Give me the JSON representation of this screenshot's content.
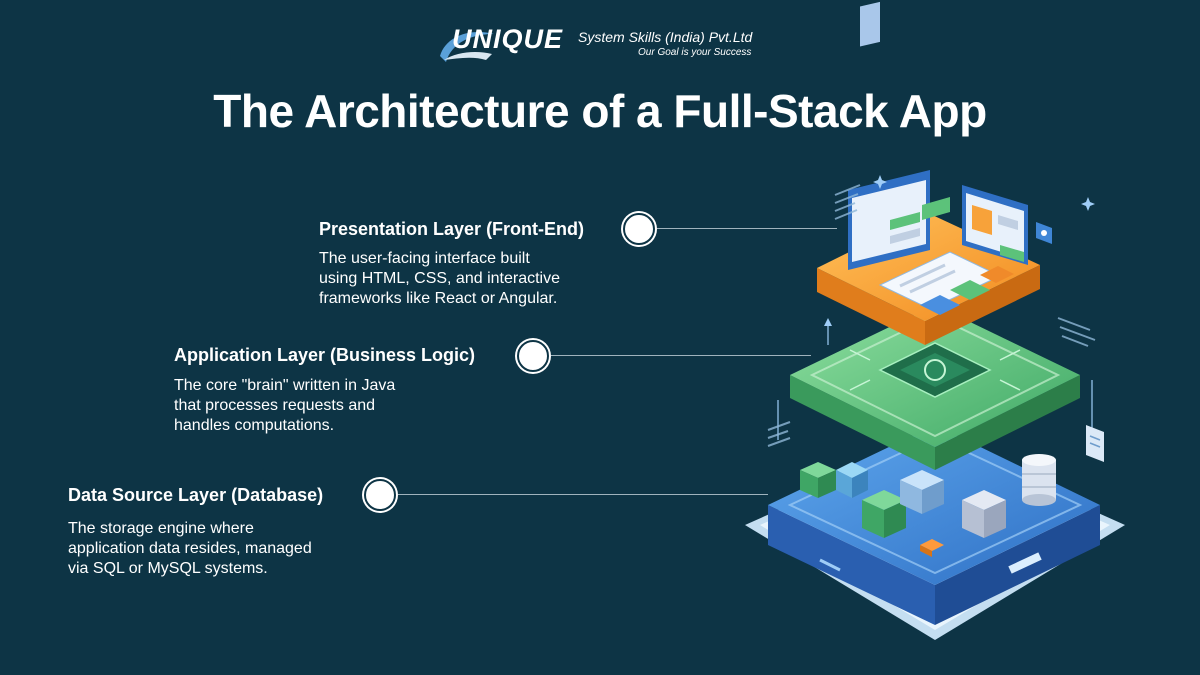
{
  "brand": {
    "logo_text": "UNIQUE",
    "company": "System Skills (India) Pvt.Ltd",
    "tagline": "Our Goal is your Success"
  },
  "title": "The Architecture of a Full-Stack App",
  "layers": [
    {
      "heading": "Presentation Layer (Front-End)",
      "description_lines": [
        "The user-facing interface built",
        "using HTML, CSS, and interactive",
        "frameworks like React or Angular."
      ]
    },
    {
      "heading": "Application Layer (Business Logic)",
      "description_lines": [
        "The core \"brain\" written in Java",
        "that processes requests and",
        "handles computations."
      ]
    },
    {
      "heading": "Data Source Layer (Database)",
      "description_lines": [
        "The storage engine where",
        "application data resides, managed",
        "via SQL or MySQL systems."
      ]
    }
  ],
  "colors": {
    "background": "#0d3445",
    "presentation_layer": "#f7a23a",
    "application_layer": "#5cc27a",
    "data_layer": "#3f86d6"
  }
}
